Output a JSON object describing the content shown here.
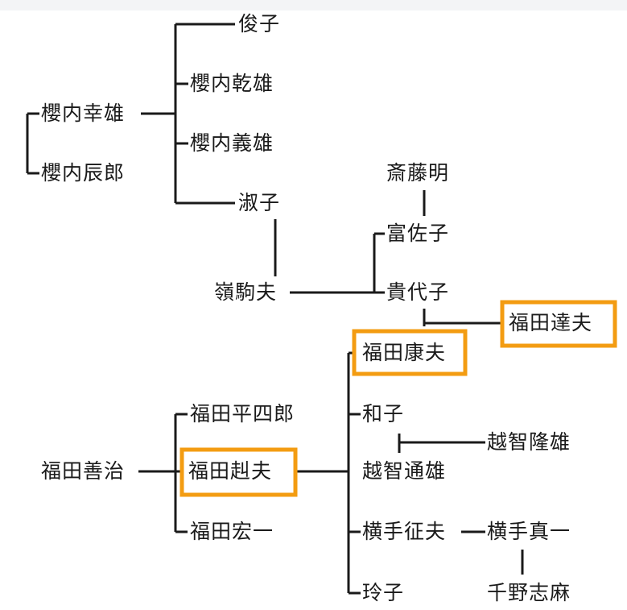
{
  "accent_color": "#f39c12",
  "people": {
    "toshiko": "俊子",
    "sakurauchi_kenyu": "櫻内乾雄",
    "sakurauchi_koyu": "櫻内幸雄",
    "sakurauchi_yoshio": "櫻内義雄",
    "sakurauchi_tatsuro": "櫻内辰郎",
    "yoshiko": "淑子",
    "saito_akira": "斎藤明",
    "fusako": "富佐子",
    "ryo_komao": "嶺駒夫",
    "kiyoko": "貴代子",
    "fukuda_tatsuo": "福田達夫",
    "fukuda_yasuo": "福田康夫",
    "fukuda_heishiro": "福田平四郎",
    "kazuko": "和子",
    "ochi_takao": "越智隆雄",
    "fukuda_zenji": "福田善治",
    "fukuda_takeo": "福田赳夫",
    "ochi_michio": "越智通雄",
    "fukuda_hiroichi": "福田宏一",
    "yokote_yukio": "横手征夫",
    "yokote_shinichi": "横手真一",
    "reiko": "玲子",
    "chino_shima": "千野志麻"
  },
  "highlighted": [
    "fukuda_tatsuo",
    "fukuda_yasuo",
    "fukuda_takeo"
  ]
}
